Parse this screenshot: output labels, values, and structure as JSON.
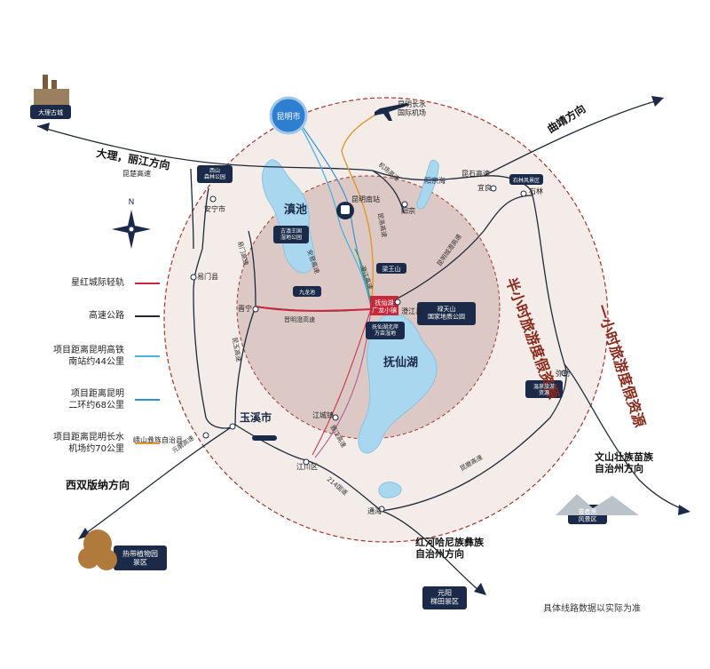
{
  "colors": {
    "light_rail": "#c8283c",
    "highway": "#1e2a3a",
    "hsr": "#49b3e2",
    "ring2": "#2d8fd6",
    "airport": "#e0962c",
    "lake": "#a9d7ef",
    "inner_disk": "#dcc8c4",
    "outer_disk": "#f3ece9",
    "navy": "#1b2a48",
    "dark_red": "#8b2a1a"
  },
  "places": {
    "kunming": "昆明市",
    "kunming_south_station": "昆明南站",
    "airport": "昆明长水\n国际机场",
    "dali_town": "大理古城",
    "dali_direction": "大理，丽江方向",
    "chuxiong_highway": "昆楚高速",
    "qujing_direction": "曲靖方向",
    "yiliang": "宜良",
    "shilin": "石林",
    "shilin_scenic": "石林风景区",
    "kunshi_highway": "昆石高速",
    "yangzonghai": "阳宗海",
    "yangzong": "阳宗",
    "dianchi": "滇池",
    "ancient_dian": "古滇王国\n湿地公园",
    "xishan": "西山\n森林公园",
    "anning": "安宁市",
    "yimen": "易门县",
    "jinning": "晋宁",
    "jiulongchi": "九龙池",
    "liangwangshan": "梁王山",
    "chengjiang": "澄江县",
    "fuxian_small_town": "抚仙湖\n广龙小镇",
    "fuxian_lake": "抚仙湖",
    "fuxian_north": "抚仙湖北岸\n万亩湿地",
    "lutian_park": "禄天山\n国家地质公园",
    "yuxi": "玉溪市",
    "jiangcheng_town": "江城镇",
    "jiangchuan": "江川区",
    "tonghai": "通海",
    "eshan": "峨山彝族自治县",
    "xishuangbanna_direction": "西双版纳方向",
    "tropical_garden": "热带植物园\n景区",
    "mile": "弥勒",
    "hot_spring": "温泉旅游\n资源",
    "wenshan_direction": "文山壮族苗族\n自治州方向",
    "puzhehei": "普者黑\n风景区",
    "honghe_direction": "红河哈尼族彝族\n自治州方向",
    "yuanyang": "元阳\n梯田景区",
    "half_hour_ring": "半小时旅游度假资源",
    "one_hour_ring": "一小时旅游度假资源",
    "north": "N"
  },
  "roads": {
    "kunyu_highway": "昆玉高速",
    "jiangyu_highway": "江玉高速",
    "yimen_highway": "易门高速",
    "anchu_highway": "安晋高速",
    "chengjiang_highway": "澄江高速",
    "jinjiang_highway": "晋江高速",
    "jinjiang_hsr": "晋江高速",
    "jinchengming_highway": "晋明澄高速",
    "kunluo_highway": "昆洛高速",
    "kunming_chengjiang": "昆明城澄高速",
    "yuanmo_highway": "元磨高速",
    "g214": "214国道",
    "kunmo_highway": "昆磨高速",
    "chengming_highway": "昆明澄江高速",
    "airport_highway": "机场高速",
    "kunming_hu": "昆明澄湖高速"
  },
  "legend": [
    {
      "label": "星红城际轻轨",
      "color": "#c8283c"
    },
    {
      "label": "高速公路",
      "color": "#1e2a3a"
    },
    {
      "label": "项目距离昆明高铁\n南站约44公里",
      "color": "#49b3e2"
    },
    {
      "label": "项目距离昆明\n二环约68公里",
      "color": "#2d8fd6"
    },
    {
      "label": "项目距离昆明长水\n机场约70公里",
      "color": "#e0962c"
    }
  ],
  "note": "具体线路数据以实际为准"
}
